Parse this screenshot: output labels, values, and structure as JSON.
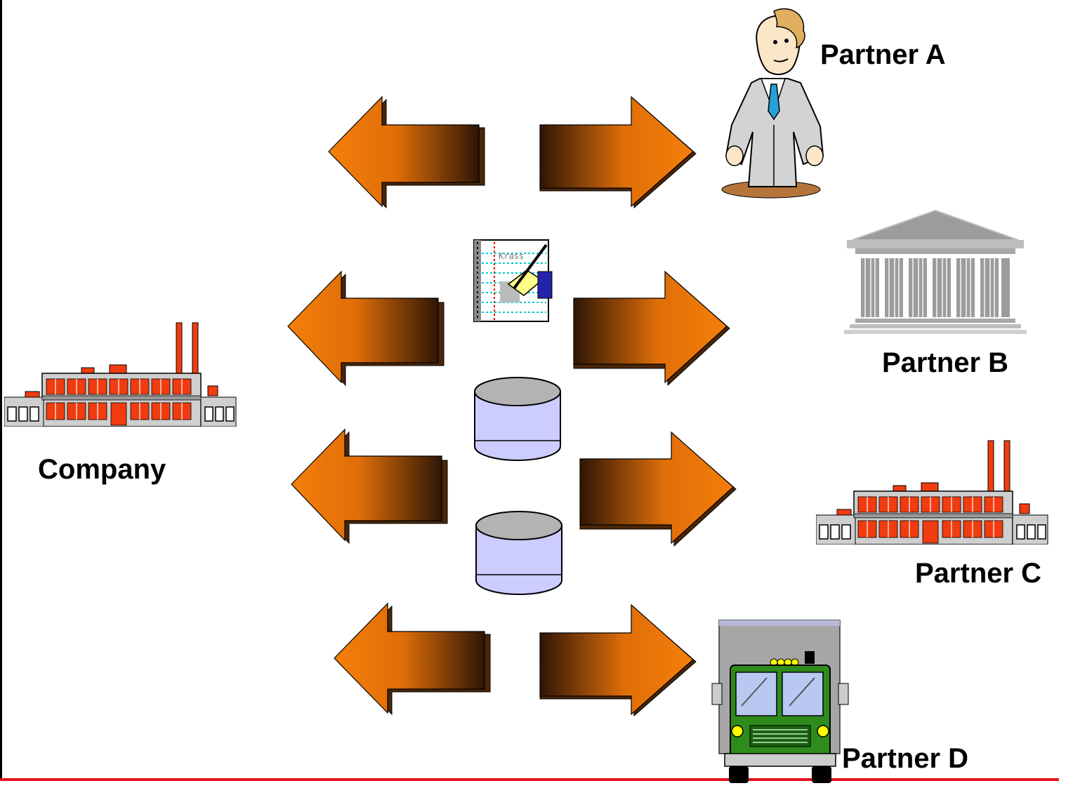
{
  "labels": {
    "company": "Company",
    "partner_a": "Partner A",
    "partner_b": "Partner B",
    "partner_c": "Partner C",
    "partner_d": "Partner D"
  },
  "icons": {
    "company": "factory-icon",
    "partner_a": "businessman-icon",
    "partner_b": "bank-building-icon",
    "partner_c": "factory-icon",
    "partner_d": "delivery-truck-icon",
    "center_top": "document-edit-icon",
    "center_mid": "database-icon",
    "center_low": "database-icon"
  },
  "colors": {
    "arrow_light": "#f57f0a",
    "arrow_dark": "#2e1606",
    "factory_red": "#f03c10",
    "database_fill": "#ccccff",
    "database_top": "#b3b3b3",
    "truck_green": "#2e8b1c",
    "rule_red": "#e8141c"
  }
}
